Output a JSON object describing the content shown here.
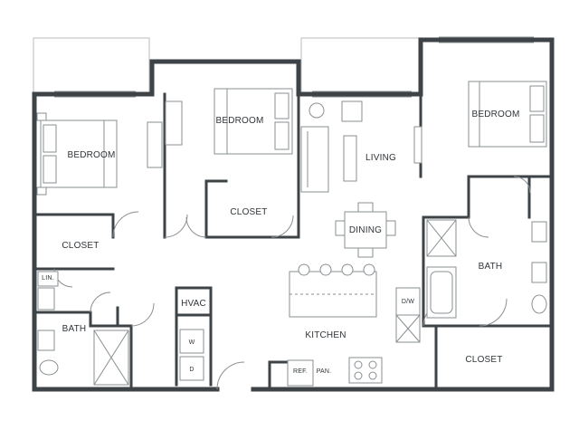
{
  "plan": {
    "rooms": {
      "bedroom_left": "BEDROOM",
      "bedroom_center": "BEDROOM",
      "bedroom_right": "BEDROOM",
      "closet_left": "CLOSET",
      "closet_center": "CLOSET",
      "closet_right": "CLOSET",
      "living": "LIVING",
      "dining": "DINING",
      "bath_left": "BATH",
      "bath_right": "BATH",
      "kitchen": "KITCHEN",
      "hvac": "HVAC",
      "linen": "LIN.",
      "washer": "W",
      "dryer": "D",
      "dishwasher": "D/W",
      "refrigerator": "REF.",
      "pantry": "PAN."
    }
  }
}
